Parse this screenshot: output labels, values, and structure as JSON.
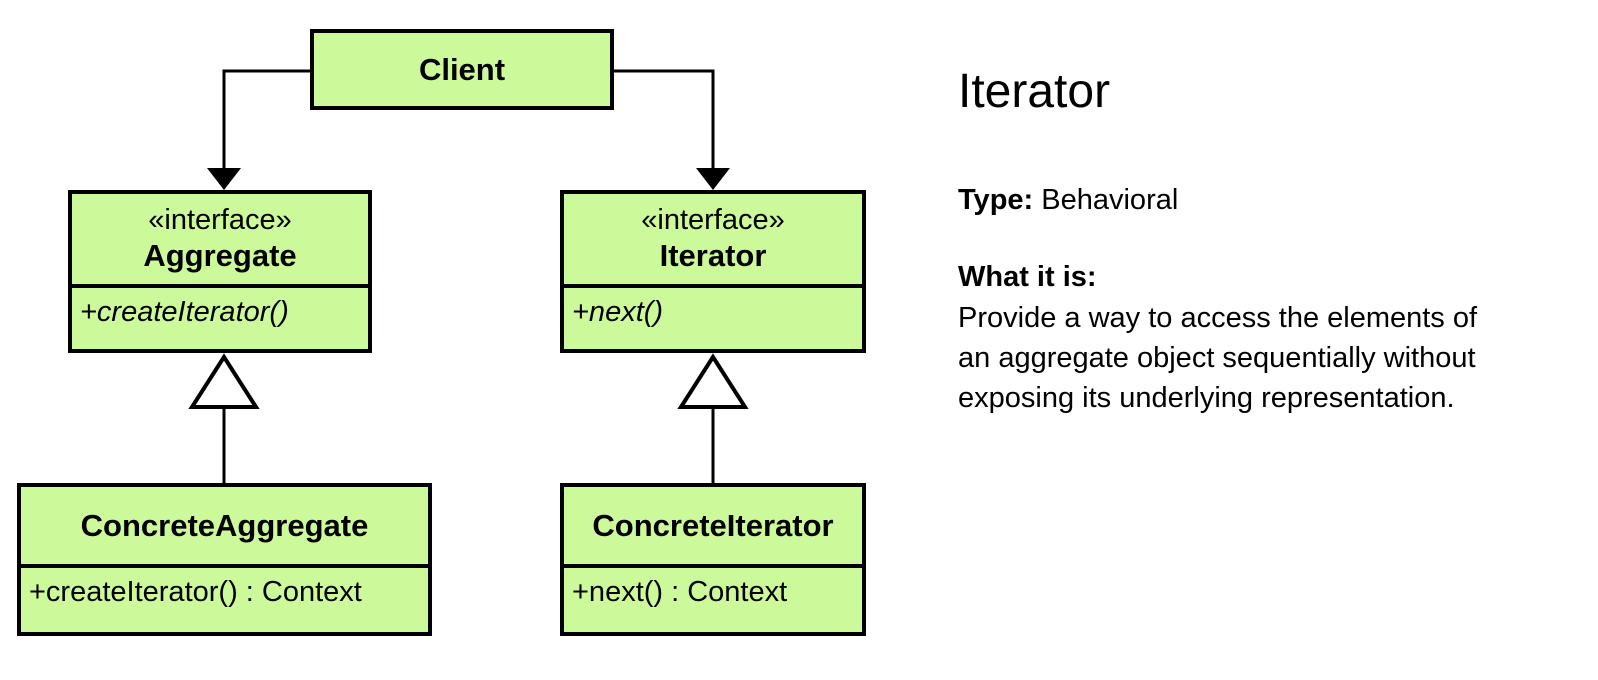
{
  "colors": {
    "class_fill": "#ccf999",
    "line": "#000000",
    "background": "#ffffff"
  },
  "diagram": {
    "classes": {
      "client": {
        "name": "Client"
      },
      "aggregate": {
        "stereotype": "«interface»",
        "name": "Aggregate",
        "methods": [
          "+createIterator()"
        ]
      },
      "iterator": {
        "stereotype": "«interface»",
        "name": "Iterator",
        "methods": [
          "+next()"
        ]
      },
      "concrete_aggregate": {
        "name": "ConcreteAggregate",
        "methods": [
          "+createIterator() : Context"
        ]
      },
      "concrete_iterator": {
        "name": "ConcreteIterator",
        "methods": [
          "+next() : Context"
        ]
      }
    },
    "relationships": [
      {
        "from": "Client",
        "to": "Aggregate",
        "type": "directed-association"
      },
      {
        "from": "Client",
        "to": "Iterator",
        "type": "directed-association"
      },
      {
        "from": "ConcreteAggregate",
        "to": "Aggregate",
        "type": "realization"
      },
      {
        "from": "ConcreteIterator",
        "to": "Iterator",
        "type": "realization"
      }
    ]
  },
  "info_panel": {
    "title": "Iterator",
    "type_label": "Type:",
    "type_value": "Behavioral",
    "what_label": "What it is:",
    "description_lines": [
      "Provide a way to access the elements of",
      "an aggregate object sequentially without",
      "exposing its underlying representation."
    ]
  }
}
